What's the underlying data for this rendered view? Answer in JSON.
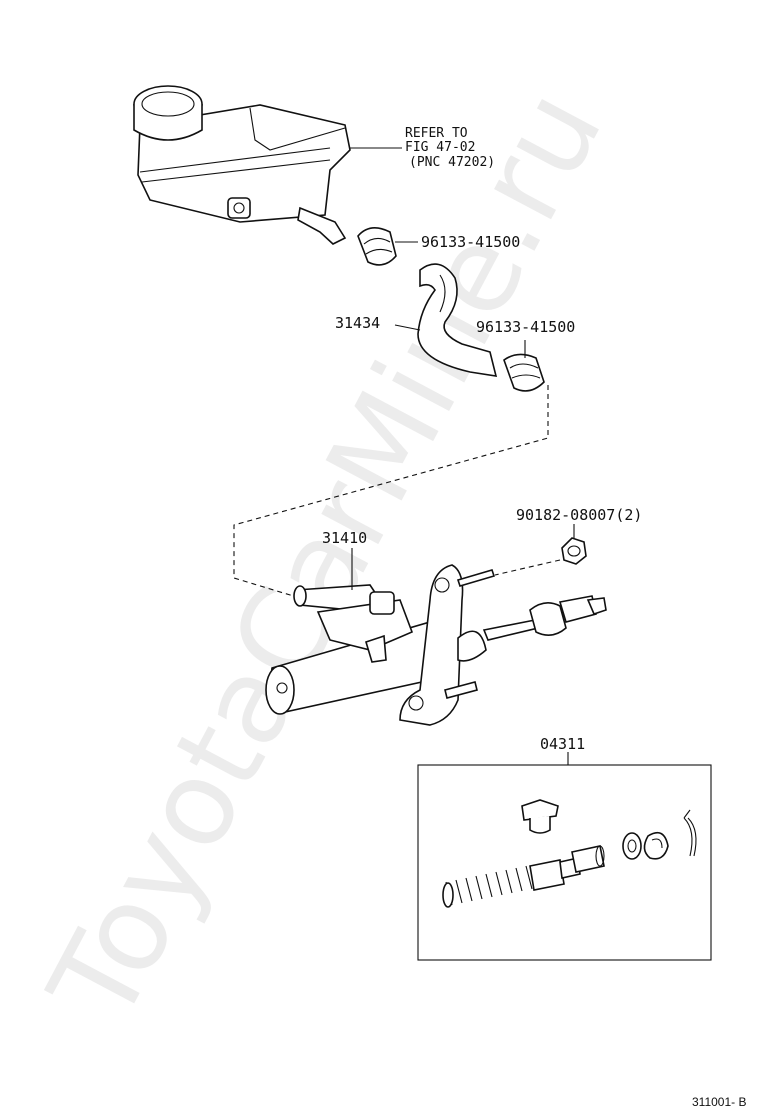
{
  "labels": {
    "refer_line1": "REFER TO",
    "refer_line2": "FIG 47-02",
    "refer_line3": "(PNC 47202)",
    "clip_upper": "96133-41500",
    "hose": "31434",
    "clip_lower": "96133-41500",
    "nut": "90182-08007(2)",
    "master_cylinder": "31410",
    "repair_kit": "04311"
  },
  "watermark": "ToyotaCarMine.ru",
  "figure_code": "311001- B",
  "colors": {
    "line": "#111111",
    "watermark": "#cfcfcf"
  }
}
